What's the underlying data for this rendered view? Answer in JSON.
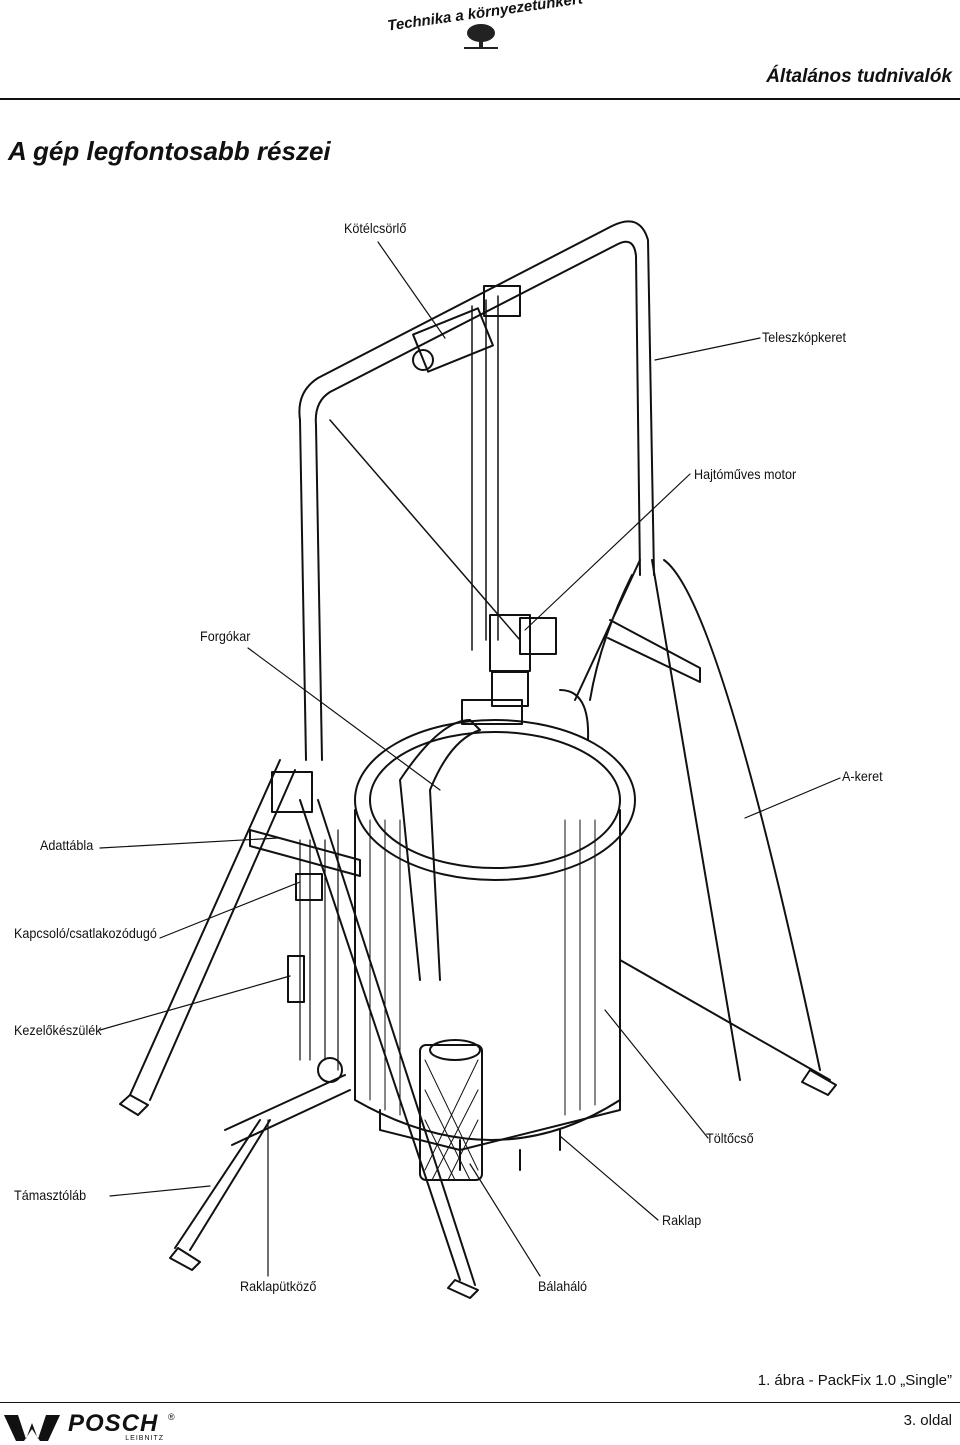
{
  "header": {
    "company_slogan": "Technika a környezetünkért",
    "section_title": "Általános tudnivalók"
  },
  "page_title": "A gép legfontosabb részei",
  "labels": {
    "rope_winch": "Kötélcsörlő",
    "telescopic_frame": "Teleszkópkeret",
    "geared_motor": "Hajtóműves motor",
    "swing_arm": "Forgókar",
    "a_frame": "A-keret",
    "data_plate": "Adattábla",
    "switch_plug": "Kapcsoló/csatlakozódugó",
    "control_unit": "Kezelőkészülék",
    "filling_tube": "Töltőcső",
    "support_leg": "Támasztóláb",
    "pallet": "Raklap",
    "pallet_stop": "Raklapütköző",
    "bale_net": "Bálaháló"
  },
  "figure_caption": "1. ábra - PackFix 1.0 „Single”",
  "footer": {
    "brand": "POSCH",
    "brand_sub": "LEIBNITZ",
    "page_number": "3. oldal"
  },
  "icons": [
    "tree-logo-icon",
    "w-logo-icon",
    "registered-icon"
  ]
}
